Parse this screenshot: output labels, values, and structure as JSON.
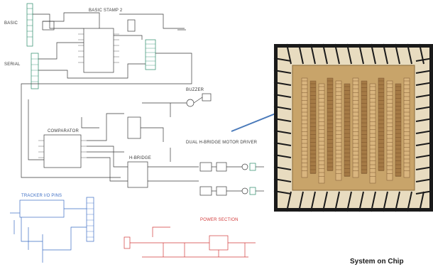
{
  "schematic": {
    "labels": {
      "header_main": "BASIC STAMP 2",
      "header_left": "BASIC",
      "header_left2": "SERIAL",
      "proc": "COMPARATOR",
      "buzzer": "BUZZER",
      "motor": "DUAL H-BRIDGE MOTOR DRIVER",
      "hbridge": "H-BRIDGE",
      "sensors": "TRACKER I/O PINS",
      "power": "POWER SECTION"
    },
    "colors": {
      "main": "#2a8a6a",
      "blue": "#3a6cc4",
      "red": "#d23a3a",
      "line": "#3a3a3a"
    }
  },
  "chip": {
    "frame_color": "#1a1a1a",
    "die_color": "#c8a46a",
    "pad_color": "#e8dcc0"
  },
  "connector_color": "#4a7aba",
  "caption": "System on Chip"
}
